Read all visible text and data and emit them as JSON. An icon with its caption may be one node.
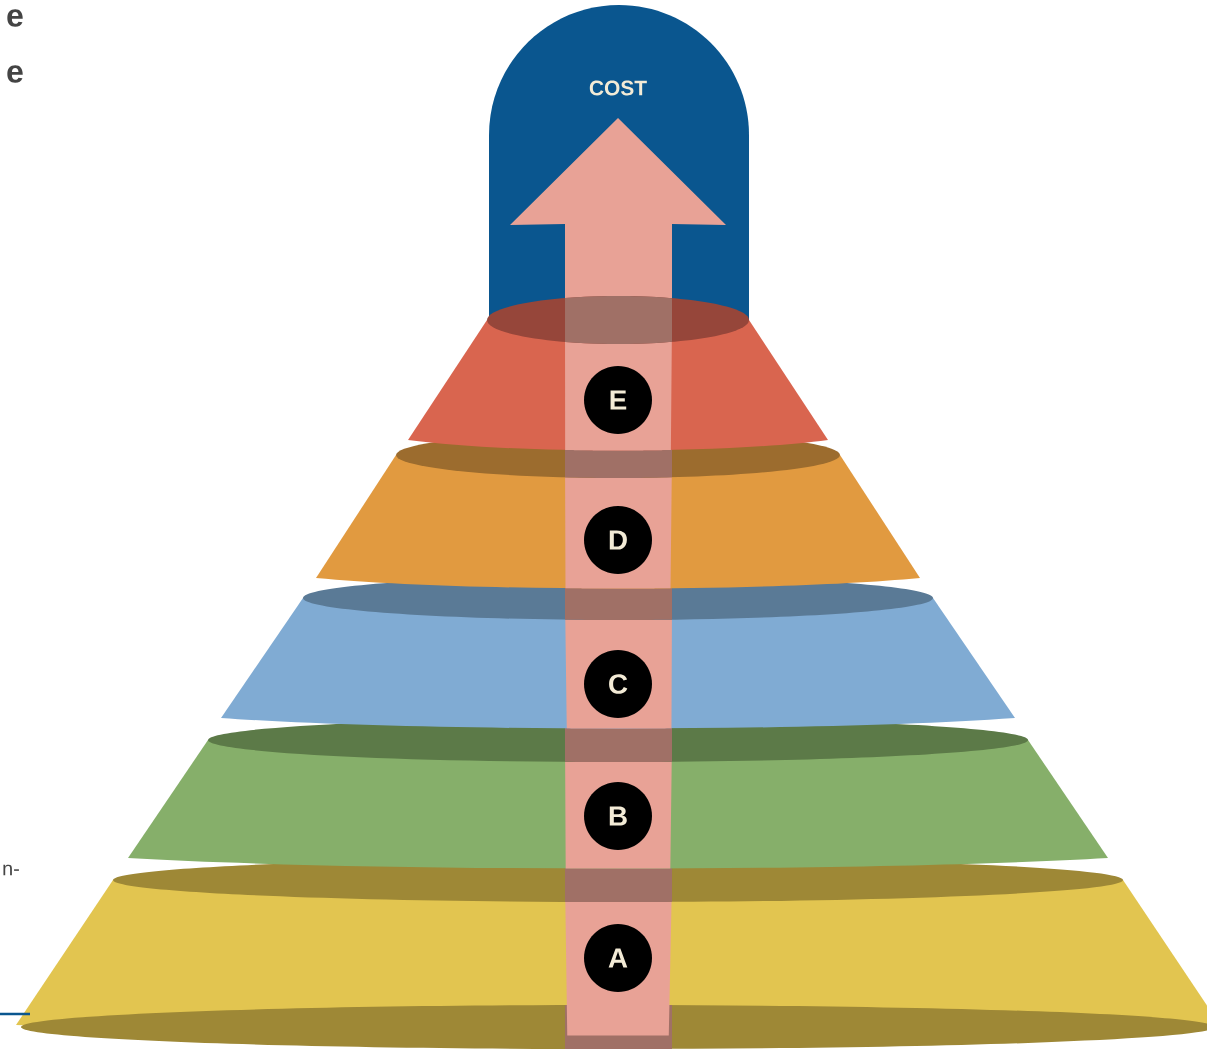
{
  "diagram": {
    "nodes": [
      {
        "text": [
          "COST"
        ]
      },
      {
        "text": [
          "E"
        ]
      },
      {
        "text": [
          "D"
        ]
      },
      {
        "text": [
          "C"
        ]
      },
      {
        "text": [
          "B"
        ]
      },
      {
        "text": [
          "A"
        ]
      }
    ],
    "labels": [
      "e",
      "e",
      "n-"
    ]
  }
}
